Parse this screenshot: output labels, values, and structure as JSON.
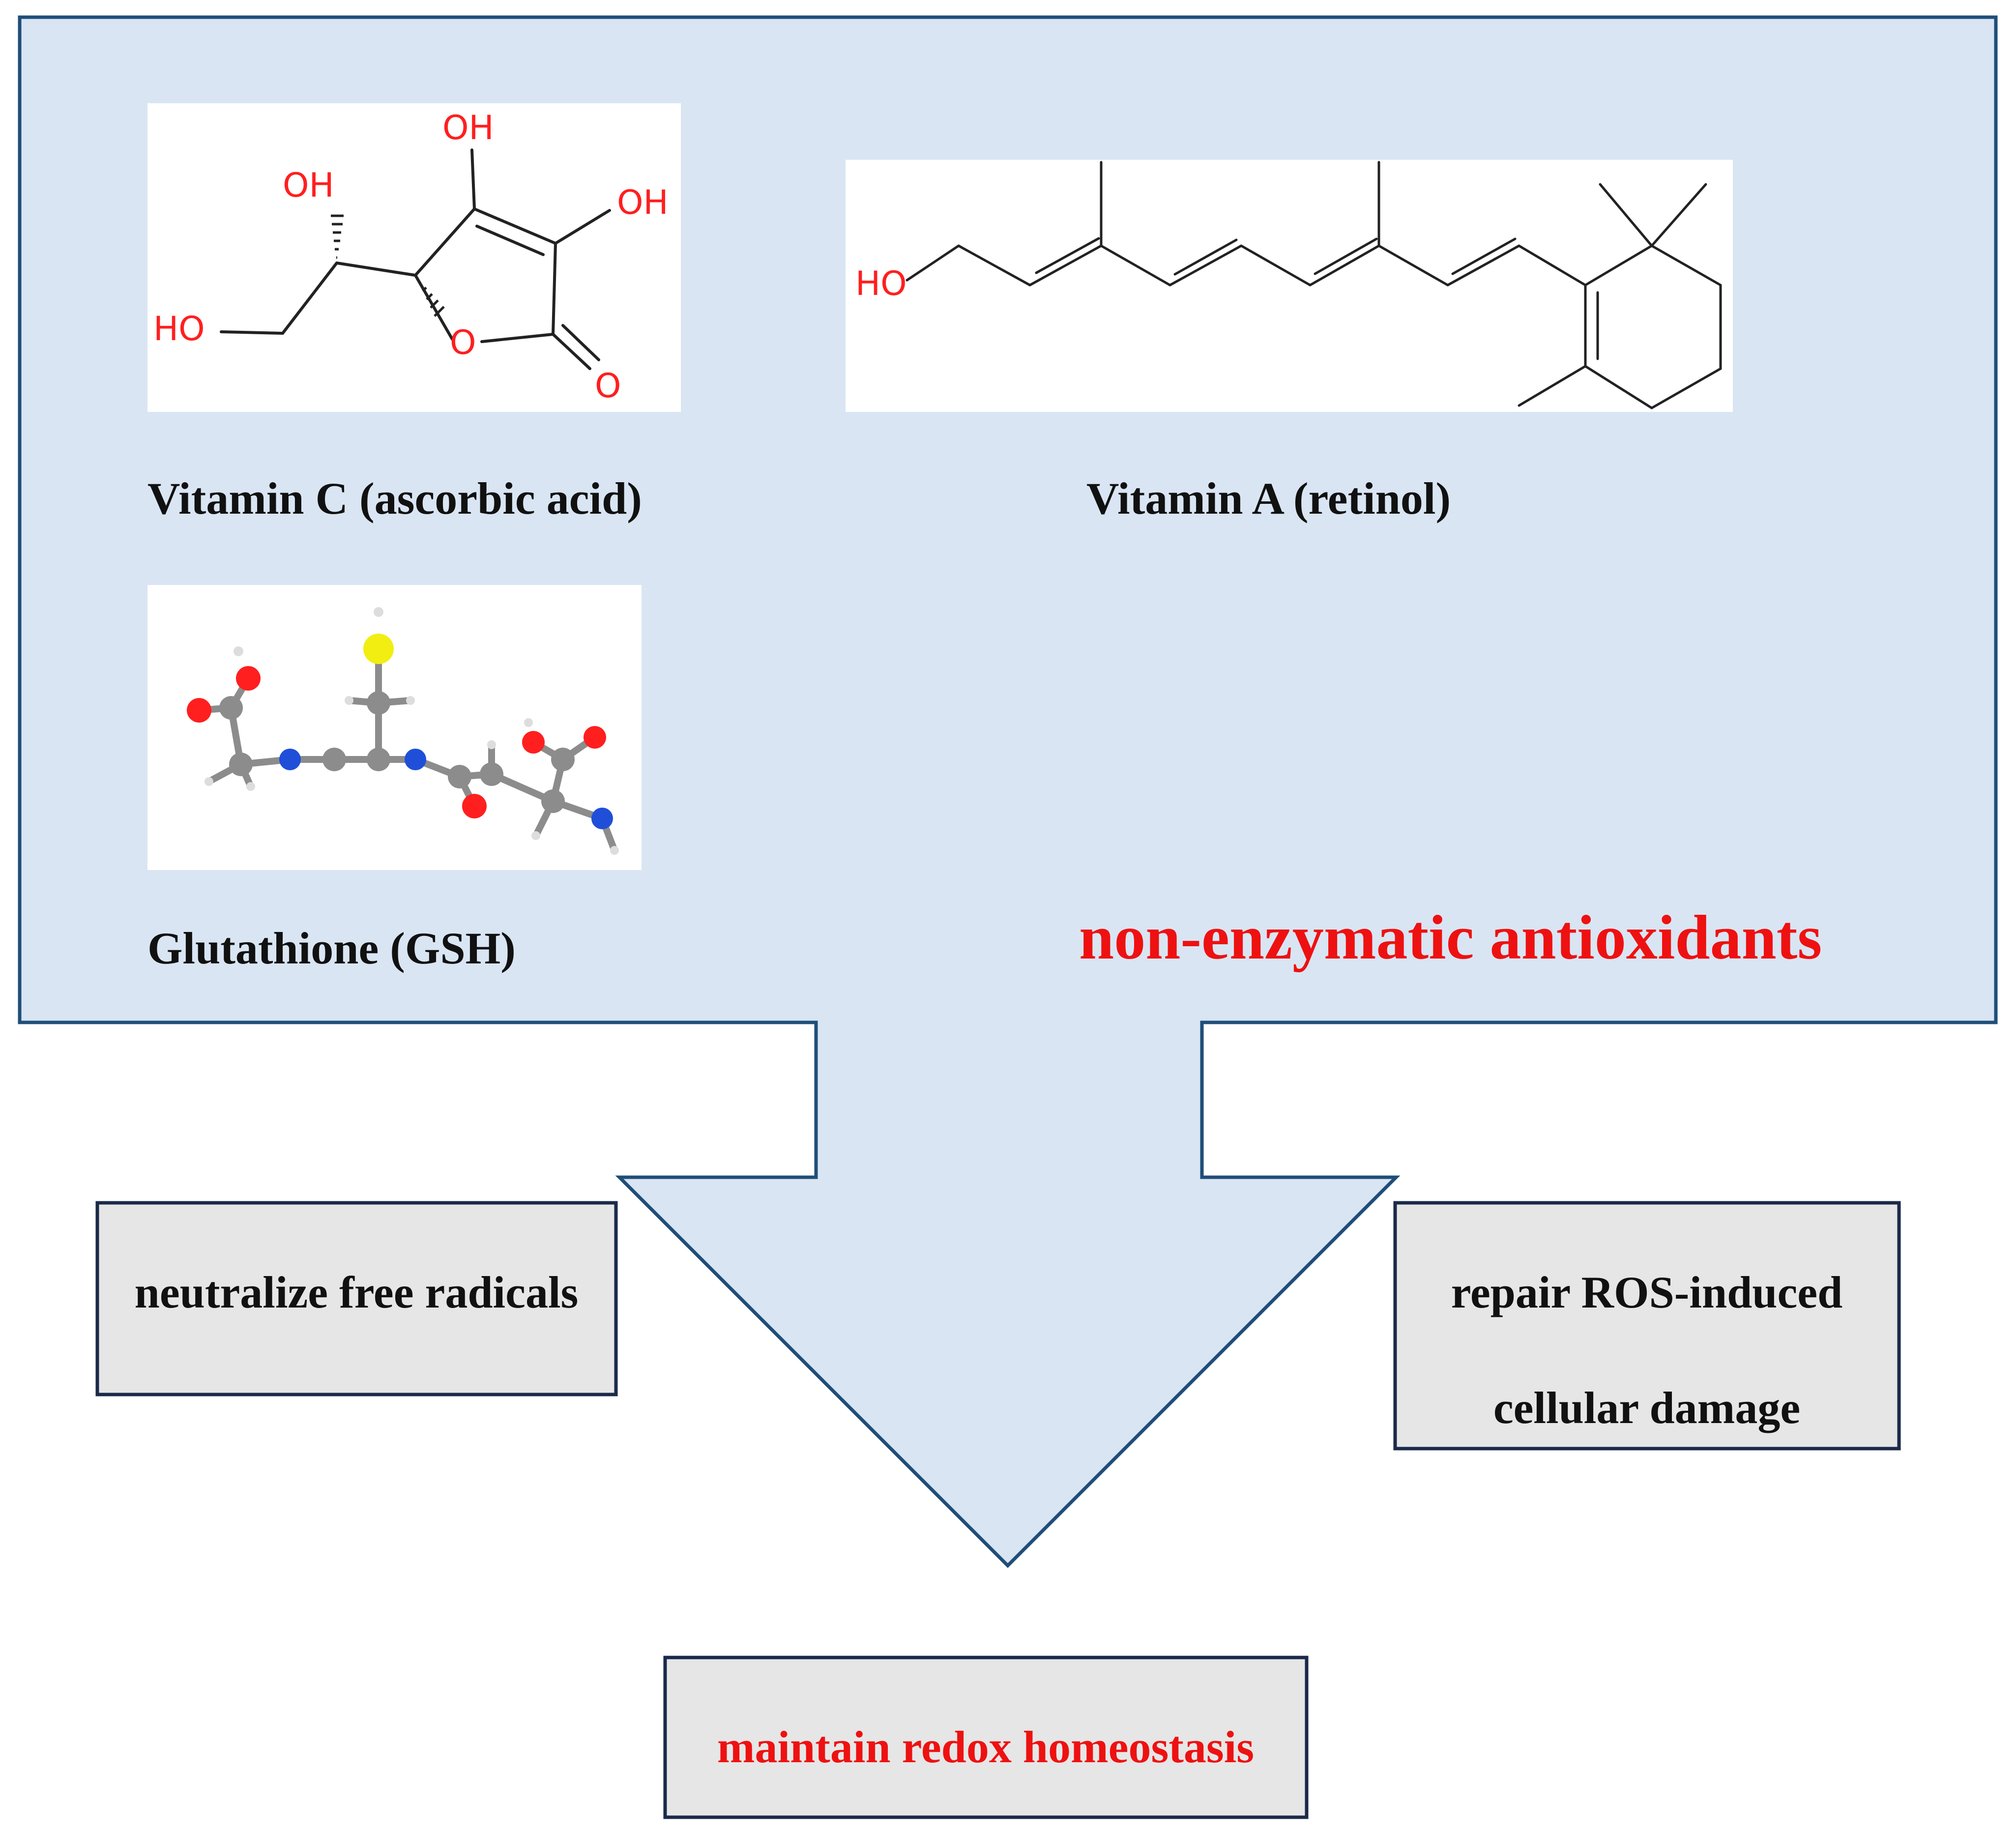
{
  "diagram": {
    "group_title": "non-enzymatic antioxidants",
    "molecules": [
      {
        "name": "Vitamin C (ascorbic acid)",
        "atom_labels": [
          "OH",
          "OH",
          "OH",
          "HO",
          "O",
          "O"
        ]
      },
      {
        "name": "Vitamin A (retinol)",
        "atom_labels": [
          "HO"
        ]
      },
      {
        "name": "Glutathione (GSH)",
        "atom_labels": []
      }
    ],
    "effects": {
      "left": "neutralize free radicals",
      "right_line1": "repair ROS-induced",
      "right_line2": "cellular damage",
      "outcome": "maintain redox homeostasis"
    }
  },
  "colors": {
    "panel_fill": "#d9e5f3",
    "panel_stroke": "#1f4e79",
    "box_fill": "#e6e6e6",
    "box_stroke": "#1b2a4a",
    "highlight_red": "#ee1111",
    "atom_red": "#ff1f1f",
    "bond": "#222222",
    "carbon": "#8c8c8c",
    "nitrogen": "#1f4fd8",
    "sulfur": "#f2ee12"
  }
}
